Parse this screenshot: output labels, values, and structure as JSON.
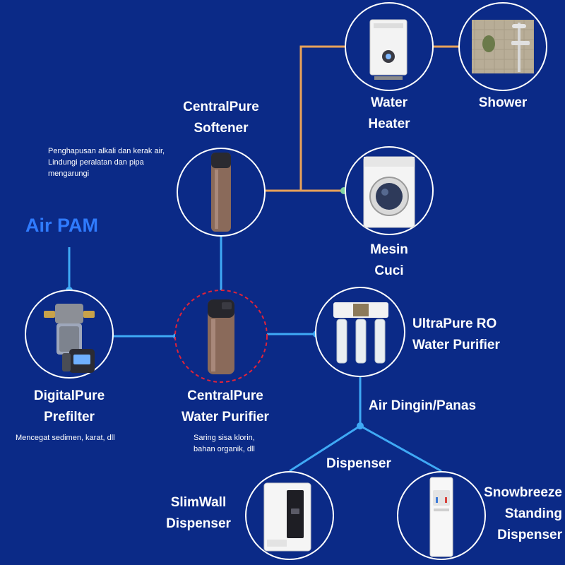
{
  "source": {
    "title": "Air PAM"
  },
  "nodes": {
    "prefilter": {
      "title_1": "DigitalPure",
      "title_2": "Prefilter",
      "desc": "Mencegat sedimen, karat, dll",
      "icon": "prefilter-icon"
    },
    "central_purifier": {
      "title_1": "CentralPure",
      "title_2": "Water Purifier",
      "desc_1": "Saring sisa klorin,",
      "desc_2": "bahan organik, dll",
      "icon": "purifier-cylinder-icon"
    },
    "softener": {
      "title_1": "CentralPure",
      "title_2": "Softener",
      "desc_1": "Penghapusan alkali dan kerak air,",
      "desc_2": "Lindungi peralatan dan pipa",
      "desc_3": "mengarungi",
      "icon": "softener-cylinder-icon"
    },
    "water_heater": {
      "title_1": "Water",
      "title_2": "Heater",
      "icon": "water-heater-icon"
    },
    "shower": {
      "title": "Shower",
      "icon": "shower-icon"
    },
    "washing_machine": {
      "title_1": "Mesin",
      "title_2": "Cuci",
      "icon": "washing-machine-icon"
    },
    "ro_purifier": {
      "title_1": "UltraPure RO",
      "title_2": "Water Purifier",
      "icon": "ro-filter-icon"
    },
    "slimwall": {
      "title_1": "SlimWall",
      "title_2": "Dispenser",
      "icon": "slimwall-dispenser-icon"
    },
    "snowbreeze": {
      "title_1": "Snowbreeze",
      "title_2": "Standing",
      "title_3": "Dispenser",
      "icon": "standing-dispenser-icon"
    }
  },
  "branch_labels": {
    "cold_hot": "Air Dingin/Panas",
    "dispenser": "Dispenser"
  },
  "colors": {
    "background": "#0b2a87",
    "water_line": "#3fa9f5",
    "softened_line": "#e8a25a",
    "source_text": "#2f7bff",
    "highlight_ring": "#e0233a"
  }
}
